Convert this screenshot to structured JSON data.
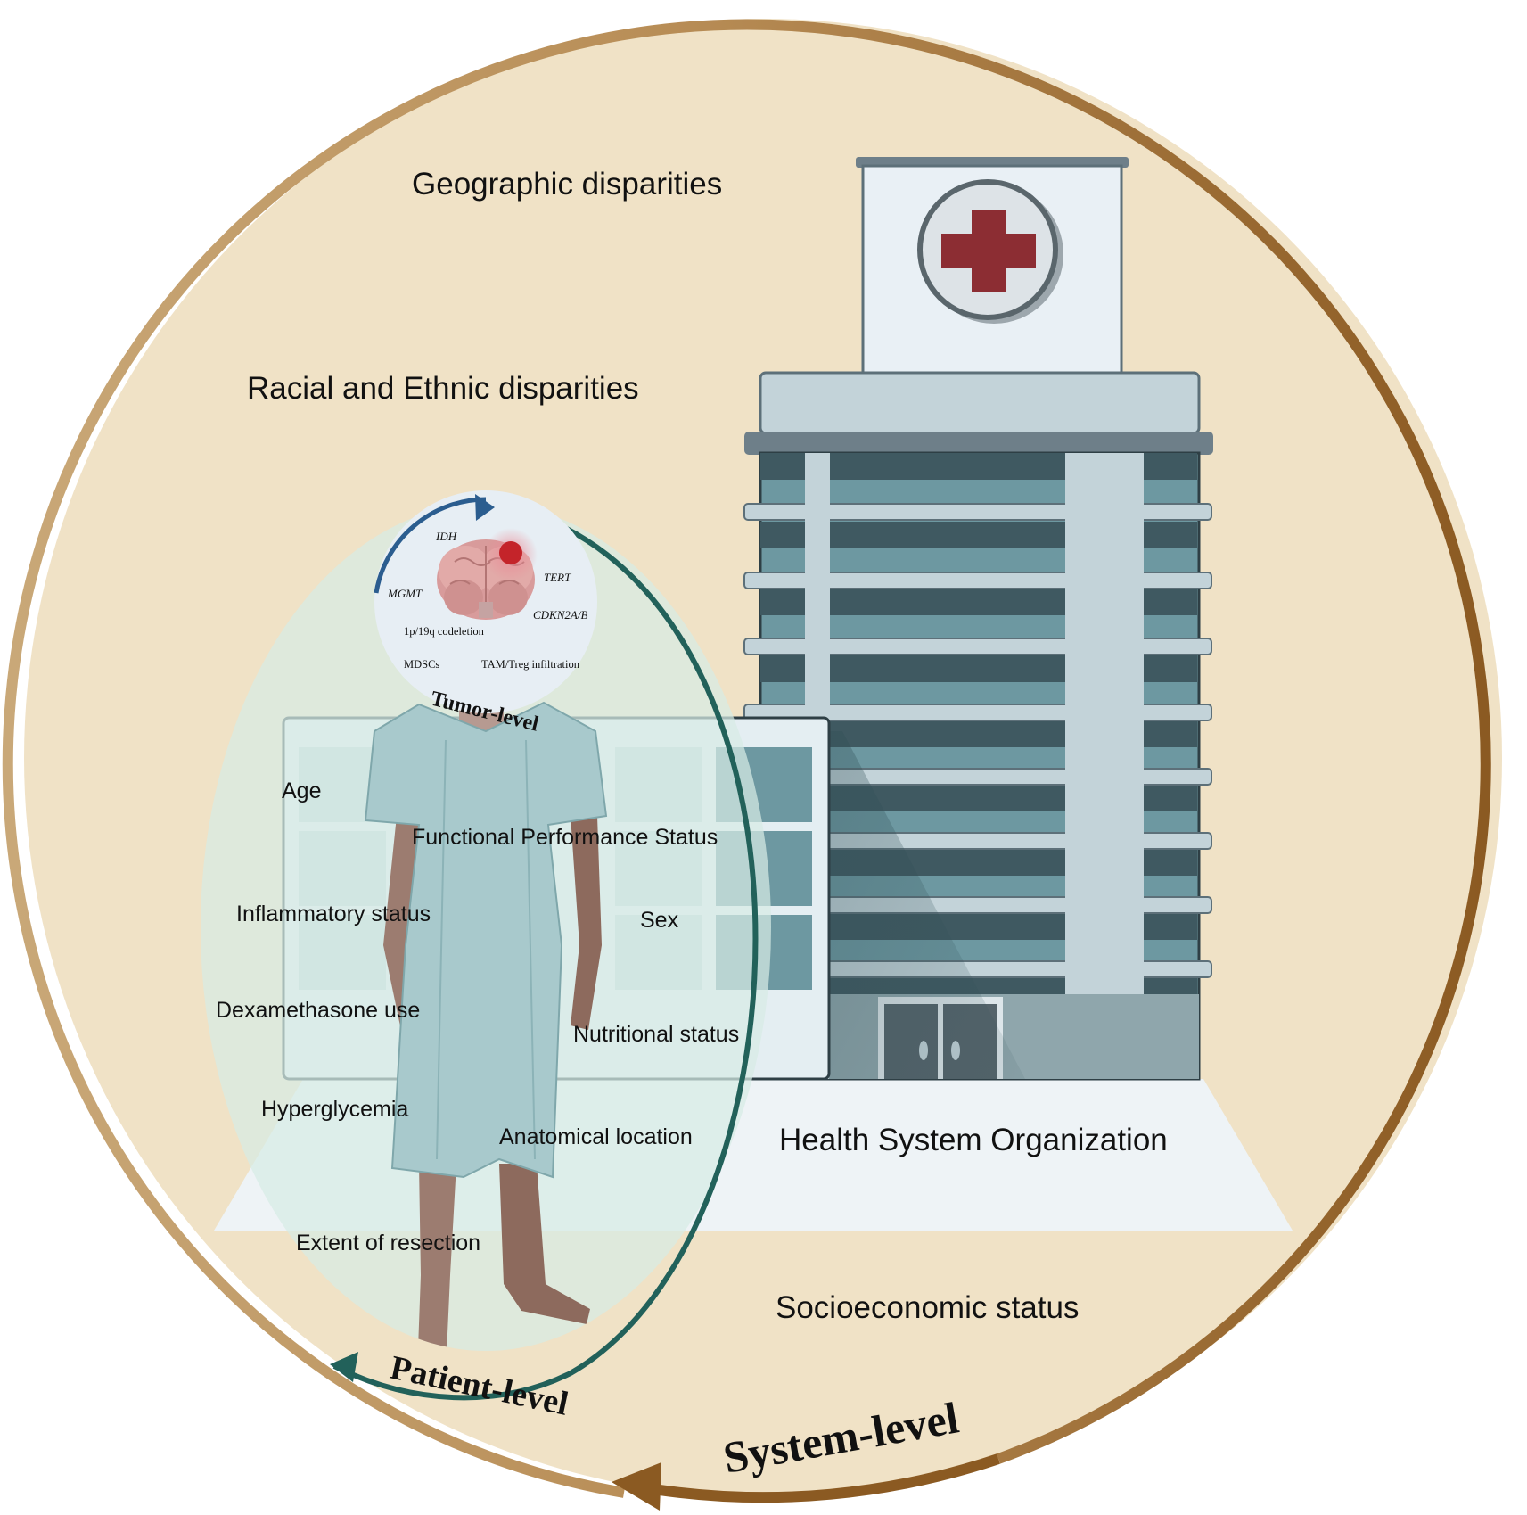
{
  "colors": {
    "system_background": "#f0e2c6",
    "system_ring": "#8b5a22",
    "patient_background": "#dce9dd",
    "patient_ring": "#22615a",
    "tumor_arrow": "#2b5d8f",
    "building": "#c1d2d8",
    "building_windows": "#6d98a1",
    "cross": "#8c2d33"
  },
  "system_level": {
    "label": "System-level",
    "factors": {
      "geographic": "Geographic disparities",
      "racial": "Racial and Ethnic disparities",
      "health_system": "Health System Organization",
      "socioeconomic": "Socioeconomic status"
    }
  },
  "patient_level": {
    "label": "Patient-level",
    "factors": {
      "age": "Age",
      "functional": "Functional Performance Status",
      "inflammatory": "Inflammatory status",
      "sex": "Sex",
      "dexamethasone": "Dexamethasone use",
      "nutritional": "Nutritional status",
      "hyperglycemia": "Hyperglycemia",
      "anatomical": "Anatomical location",
      "resection": "Extent of resection"
    }
  },
  "tumor_level": {
    "label": "Tumor-level",
    "factors": {
      "idh": "IDH",
      "tert": "TERT",
      "mgmt": "MGMT",
      "cdkn2ab": "CDKN2A/B",
      "codeletion": "1p/19q codeletion",
      "mdsc": "MDSCs",
      "tam": "TAM/Treg infiltration"
    }
  },
  "icons": [
    "hospital-icon",
    "red-cross-icon",
    "patient-figure-icon",
    "brain-icon",
    "tumor-icon"
  ]
}
